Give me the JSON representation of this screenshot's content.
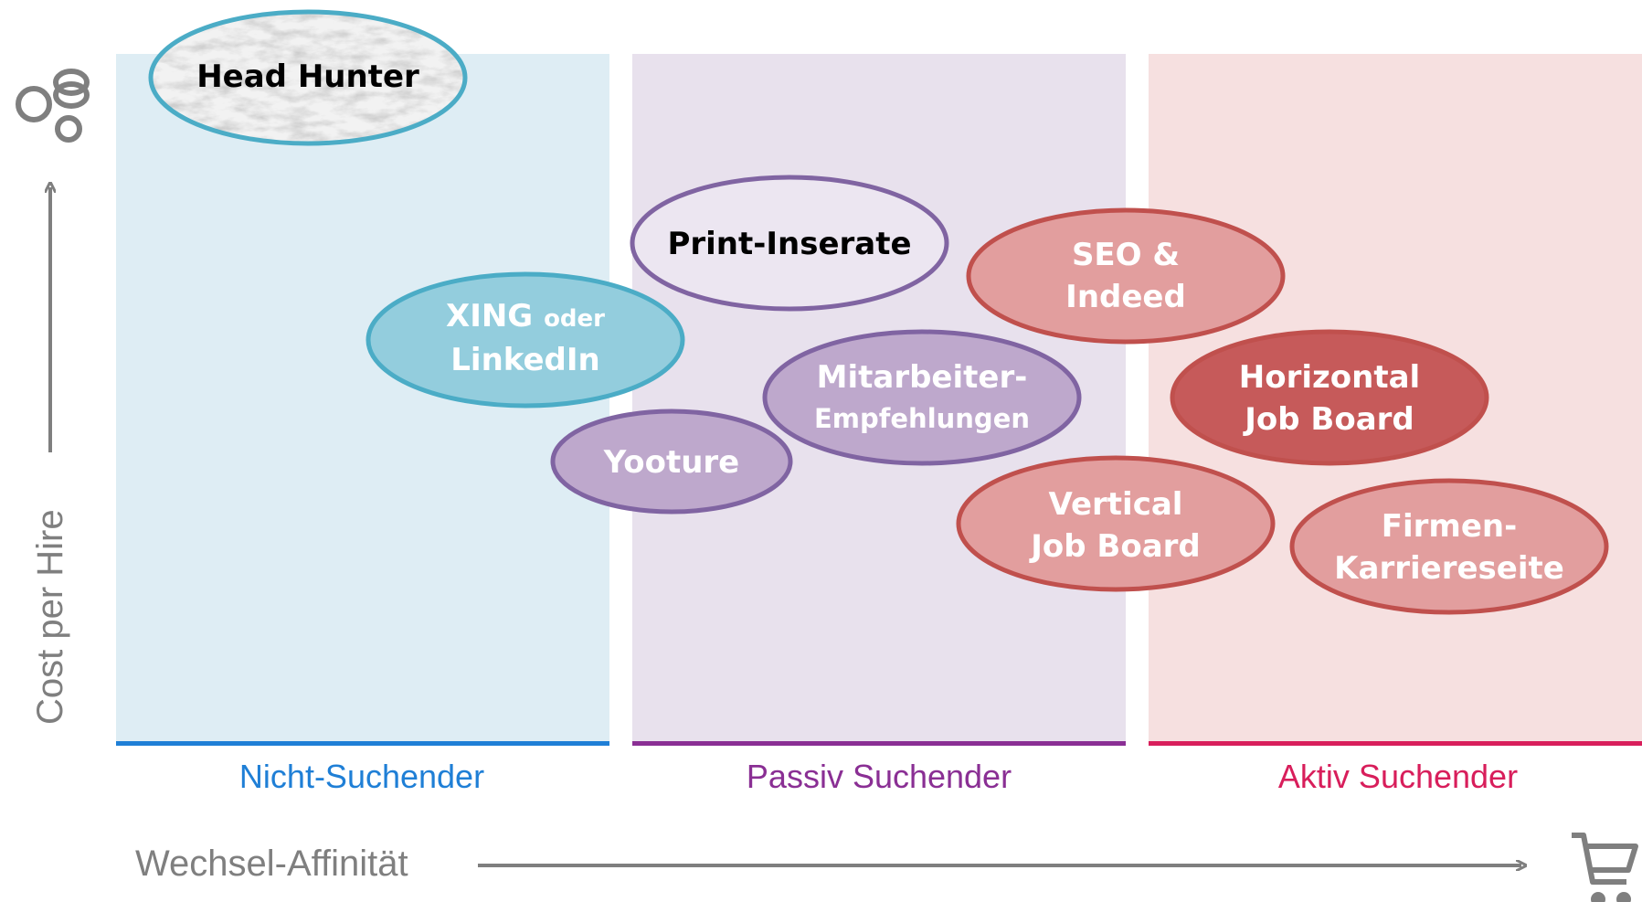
{
  "colors": {
    "zone1_bg": "#deedf4",
    "zone1_line": "#1f7fd6",
    "zone1_text": "#1f7fd6",
    "zone2_bg": "#e8e1ed",
    "zone2_line": "#8a2f94",
    "zone2_text": "#8a2f94",
    "zone3_bg": "#f6e0e0",
    "zone3_line": "#d81e5b",
    "zone3_text": "#d81e5b",
    "axis": "#7f7f7f"
  },
  "zones": [
    {
      "label": "Nicht-Suchender"
    },
    {
      "label": "Passiv Suchender"
    },
    {
      "label": "Aktiv Suchender"
    }
  ],
  "axes": {
    "y_label": "Cost per Hire",
    "x_label": "Wechsel-Affinität",
    "y_icon": "coins-icon",
    "x_icon": "shopping-cart-icon"
  },
  "bubbles": [
    {
      "id": "head-hunter",
      "line1": "Head Hunter",
      "line2": "",
      "style": "marble"
    },
    {
      "id": "xing",
      "line1": "XING",
      "line1_small": "oder",
      "line2": "LinkedIn",
      "style": "blue"
    },
    {
      "id": "print",
      "line1": "Print-Inserate",
      "line2": "",
      "style": "white-purple"
    },
    {
      "id": "yooture",
      "line1": "Yooture",
      "line2": "",
      "style": "purple"
    },
    {
      "id": "mitarbeiter",
      "line1": "Mitarbeiter-",
      "line2": "Empfehlungen",
      "style": "purple"
    },
    {
      "id": "seo",
      "line1": "SEO &",
      "line2": "Indeed",
      "style": "light-red"
    },
    {
      "id": "horizontal",
      "line1": "Horizontal",
      "line2": "Job Board",
      "style": "dark-red"
    },
    {
      "id": "vertical",
      "line1": "Vertical",
      "line2": "Job Board",
      "style": "light-red"
    },
    {
      "id": "firmen",
      "line1": "Firmen-",
      "line2": "Karriereseite",
      "style": "light-red"
    }
  ]
}
